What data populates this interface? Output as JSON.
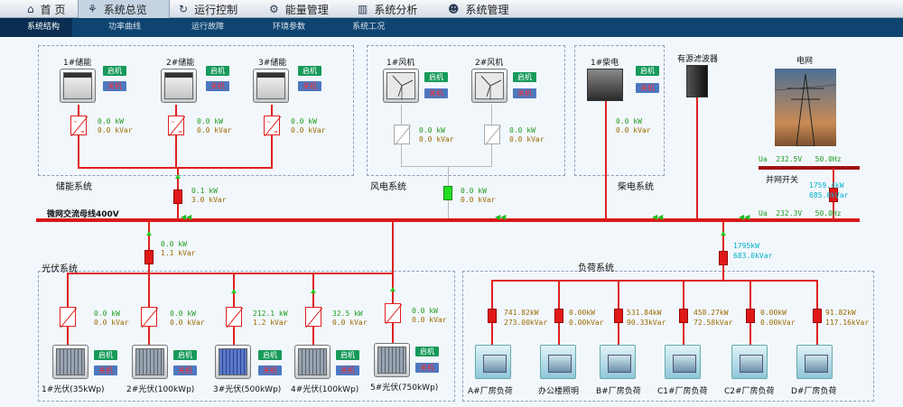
{
  "topnav": {
    "items": [
      {
        "icon": "home-icon",
        "label": "首 页"
      },
      {
        "icon": "structure-icon",
        "label": "系统总览"
      },
      {
        "icon": "refresh-icon",
        "label": "运行控制"
      },
      {
        "icon": "cogs-icon",
        "label": "能量管理"
      },
      {
        "icon": "chart-icon",
        "label": "系统分析"
      },
      {
        "icon": "user-icon",
        "label": "系统管理"
      }
    ]
  },
  "subnav": {
    "items": [
      "系统结构",
      "功率曲线",
      "运行故障",
      "环境参数",
      "系统工况"
    ]
  },
  "buttons": {
    "on": "启机",
    "off": "关机"
  },
  "storage": {
    "title": "储能系统",
    "units": [
      {
        "name": "1#储能",
        "p": "0.0",
        "q": "0.0"
      },
      {
        "name": "2#储能",
        "p": "0.0",
        "q": "0.0"
      },
      {
        "name": "3#储能",
        "p": "0.0",
        "q": "0.0"
      }
    ],
    "feeder": {
      "p": "0.1",
      "q": "3.0"
    }
  },
  "wind": {
    "title": "风电系统",
    "units": [
      {
        "name": "1#风机"
      },
      {
        "name": "2#风机"
      }
    ],
    "unit_values": [
      {
        "p": "0.0",
        "q": "0.0"
      },
      {
        "p": "0.0",
        "q": "0.0"
      }
    ],
    "feeder": {
      "p": "0.0",
      "q": "0.0"
    }
  },
  "diesel": {
    "title": "柴电系统",
    "unit": {
      "name": "1#柴电",
      "p": "0.0",
      "q": "0.0"
    }
  },
  "filter": {
    "name": "有源滤波器"
  },
  "grid": {
    "name": "电网",
    "top_ua": "Ua",
    "top_v": "232.5V",
    "top_f": "50.0Hz",
    "switch_label": "并网开关",
    "p": "1759.4kW",
    "q": "685.0kVar",
    "bus_ua": "Ua",
    "bus_v": "232.3V",
    "bus_f": "50.0Hz"
  },
  "bus": {
    "name": "微网交流母线400V"
  },
  "pv": {
    "title": "光伏系统",
    "feeder": {
      "p": "0.0",
      "q": "1.1"
    },
    "units": [
      {
        "name": "1#光伏(35kWp)",
        "p": "0.0",
        "q": "0.0"
      },
      {
        "name": "2#光伏(100kWp)",
        "p": "0.0",
        "q": "0.0"
      },
      {
        "name": "3#光伏(500kWp)",
        "p": "212.1",
        "q": "1.2"
      },
      {
        "name": "4#光伏(100kWp)",
        "p": "32.5",
        "q": "0.0"
      },
      {
        "name": "5#光伏(750kWp)",
        "p": "0.0",
        "q": "0.0"
      }
    ]
  },
  "loads": {
    "title": "负荷系统",
    "feeder": {
      "p": "1795kW",
      "q": "683.0kVar"
    },
    "units": [
      {
        "name": "A#厂房负荷",
        "p": "741.82kW",
        "q": "273.00kVar"
      },
      {
        "name": "办公楼照明",
        "p": "0.00kW",
        "q": "0.00kVar"
      },
      {
        "name": "B#厂房负荷",
        "p": "531.84kW",
        "q": "90.33kVar"
      },
      {
        "name": "C1#厂房负荷",
        "p": "458.27kW",
        "q": "72.58kVar"
      },
      {
        "name": "C2#厂房负荷",
        "p": "0.00kW",
        "q": "0.00kVar"
      },
      {
        "name": "D#厂房负荷",
        "p": "91.82kW",
        "q": "117.16kVar"
      }
    ]
  },
  "units": {
    "kw": "kW",
    "kvar": "kVar"
  }
}
